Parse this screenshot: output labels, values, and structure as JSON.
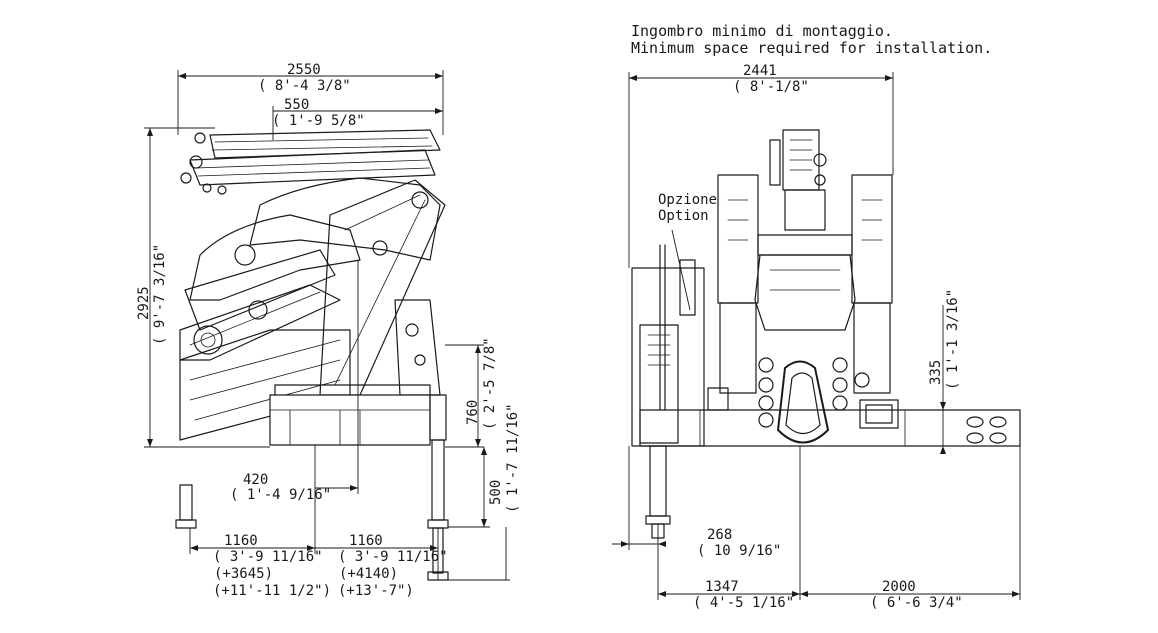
{
  "header": {
    "note_it": "Ingombro minimo di montaggio.",
    "note_en": "Minimum space required for installation."
  },
  "side_view": {
    "width_total": {
      "mm": "2550",
      "imp": "( 8'-4 3/8\""
    },
    "offset_top": {
      "mm": "550",
      "imp": "( 1'-9 5/8\""
    },
    "height_total": {
      "mm": "2925",
      "imp": "( 9'-7 3/16\""
    },
    "base_height": {
      "mm": "760",
      "imp": "( 2'-5 7/8\""
    },
    "stabilizer_depth": {
      "mm": "500",
      "imp": "( 1'-7 11/16\""
    },
    "offset_420": {
      "mm": "420",
      "imp": "( 1'-4 9/16\""
    },
    "spread_left": {
      "mm": "1160",
      "imp": "( 3'-9 11/16\"",
      "ext": "(+3645)",
      "ext_imp": "(+11'-11 1/2\")"
    },
    "spread_right": {
      "mm": "1160",
      "imp": "( 3'-9 11/16\"",
      "ext": "(+4140)",
      "ext_imp": "(+13'-7\")"
    }
  },
  "rear_view": {
    "option_it": "Opzione",
    "option_en": "Option",
    "width_total": {
      "mm": "2441",
      "imp": "( 8'-1/8\""
    },
    "height_335": {
      "mm": "335",
      "imp": "( 1'-1 3/16\""
    },
    "offset_268": {
      "mm": "268",
      "imp": "( 10 9/16\""
    },
    "left_1347": {
      "mm": "1347",
      "imp": "( 4'-5 1/16\""
    },
    "right_2000": {
      "mm": "2000",
      "imp": "( 6'-6 3/4\""
    }
  }
}
